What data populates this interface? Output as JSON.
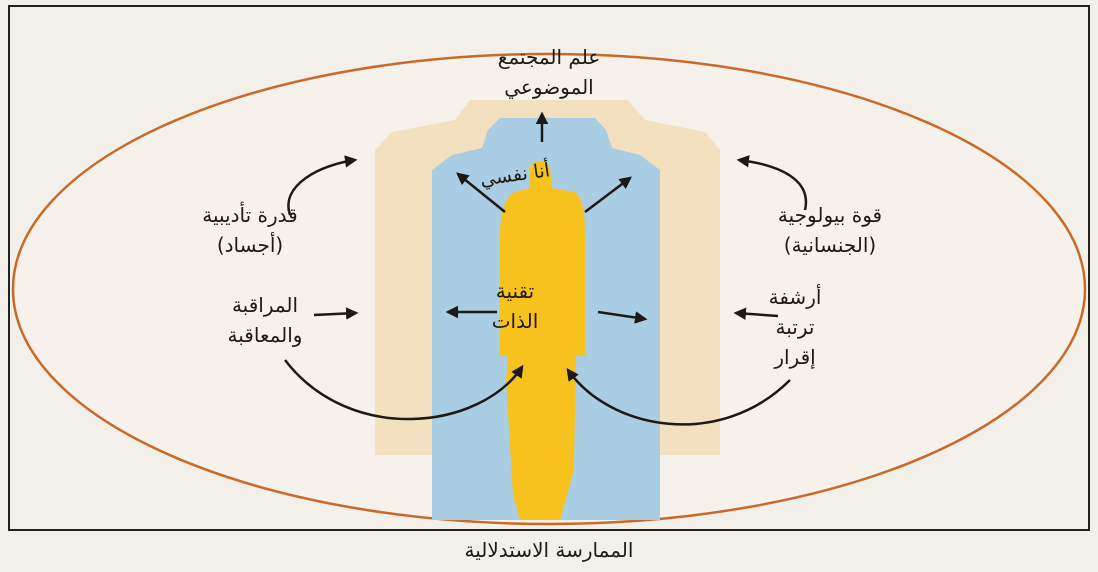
{
  "colors": {
    "page_background": "#f3efe9",
    "ellipse_fill": "#f6f1ea",
    "ellipse_stroke": "#c96a2b",
    "outer_silhouette": "#f2ddb6",
    "middle_silhouette": "#a9cde2",
    "figure": "#f7c21e",
    "arrows": "#1c1917",
    "frame": "#222222"
  },
  "labels": {
    "top": [
      "علم المجتمع",
      "الموضوعي"
    ],
    "self": "أنا نفسي",
    "center": [
      "تقنية",
      "الذات"
    ],
    "top_left": [
      "قدرة تأديبية",
      "(أجساد)"
    ],
    "middle_left": [
      "المراقبة",
      "والمعاقبة"
    ],
    "top_right": [
      "قوة بيولوجية",
      "(الجنسانية)"
    ],
    "middle_right": [
      "أرشفة",
      "ترتبة",
      "إقرار"
    ],
    "bottom": "الممارسة الاستدلالية"
  }
}
